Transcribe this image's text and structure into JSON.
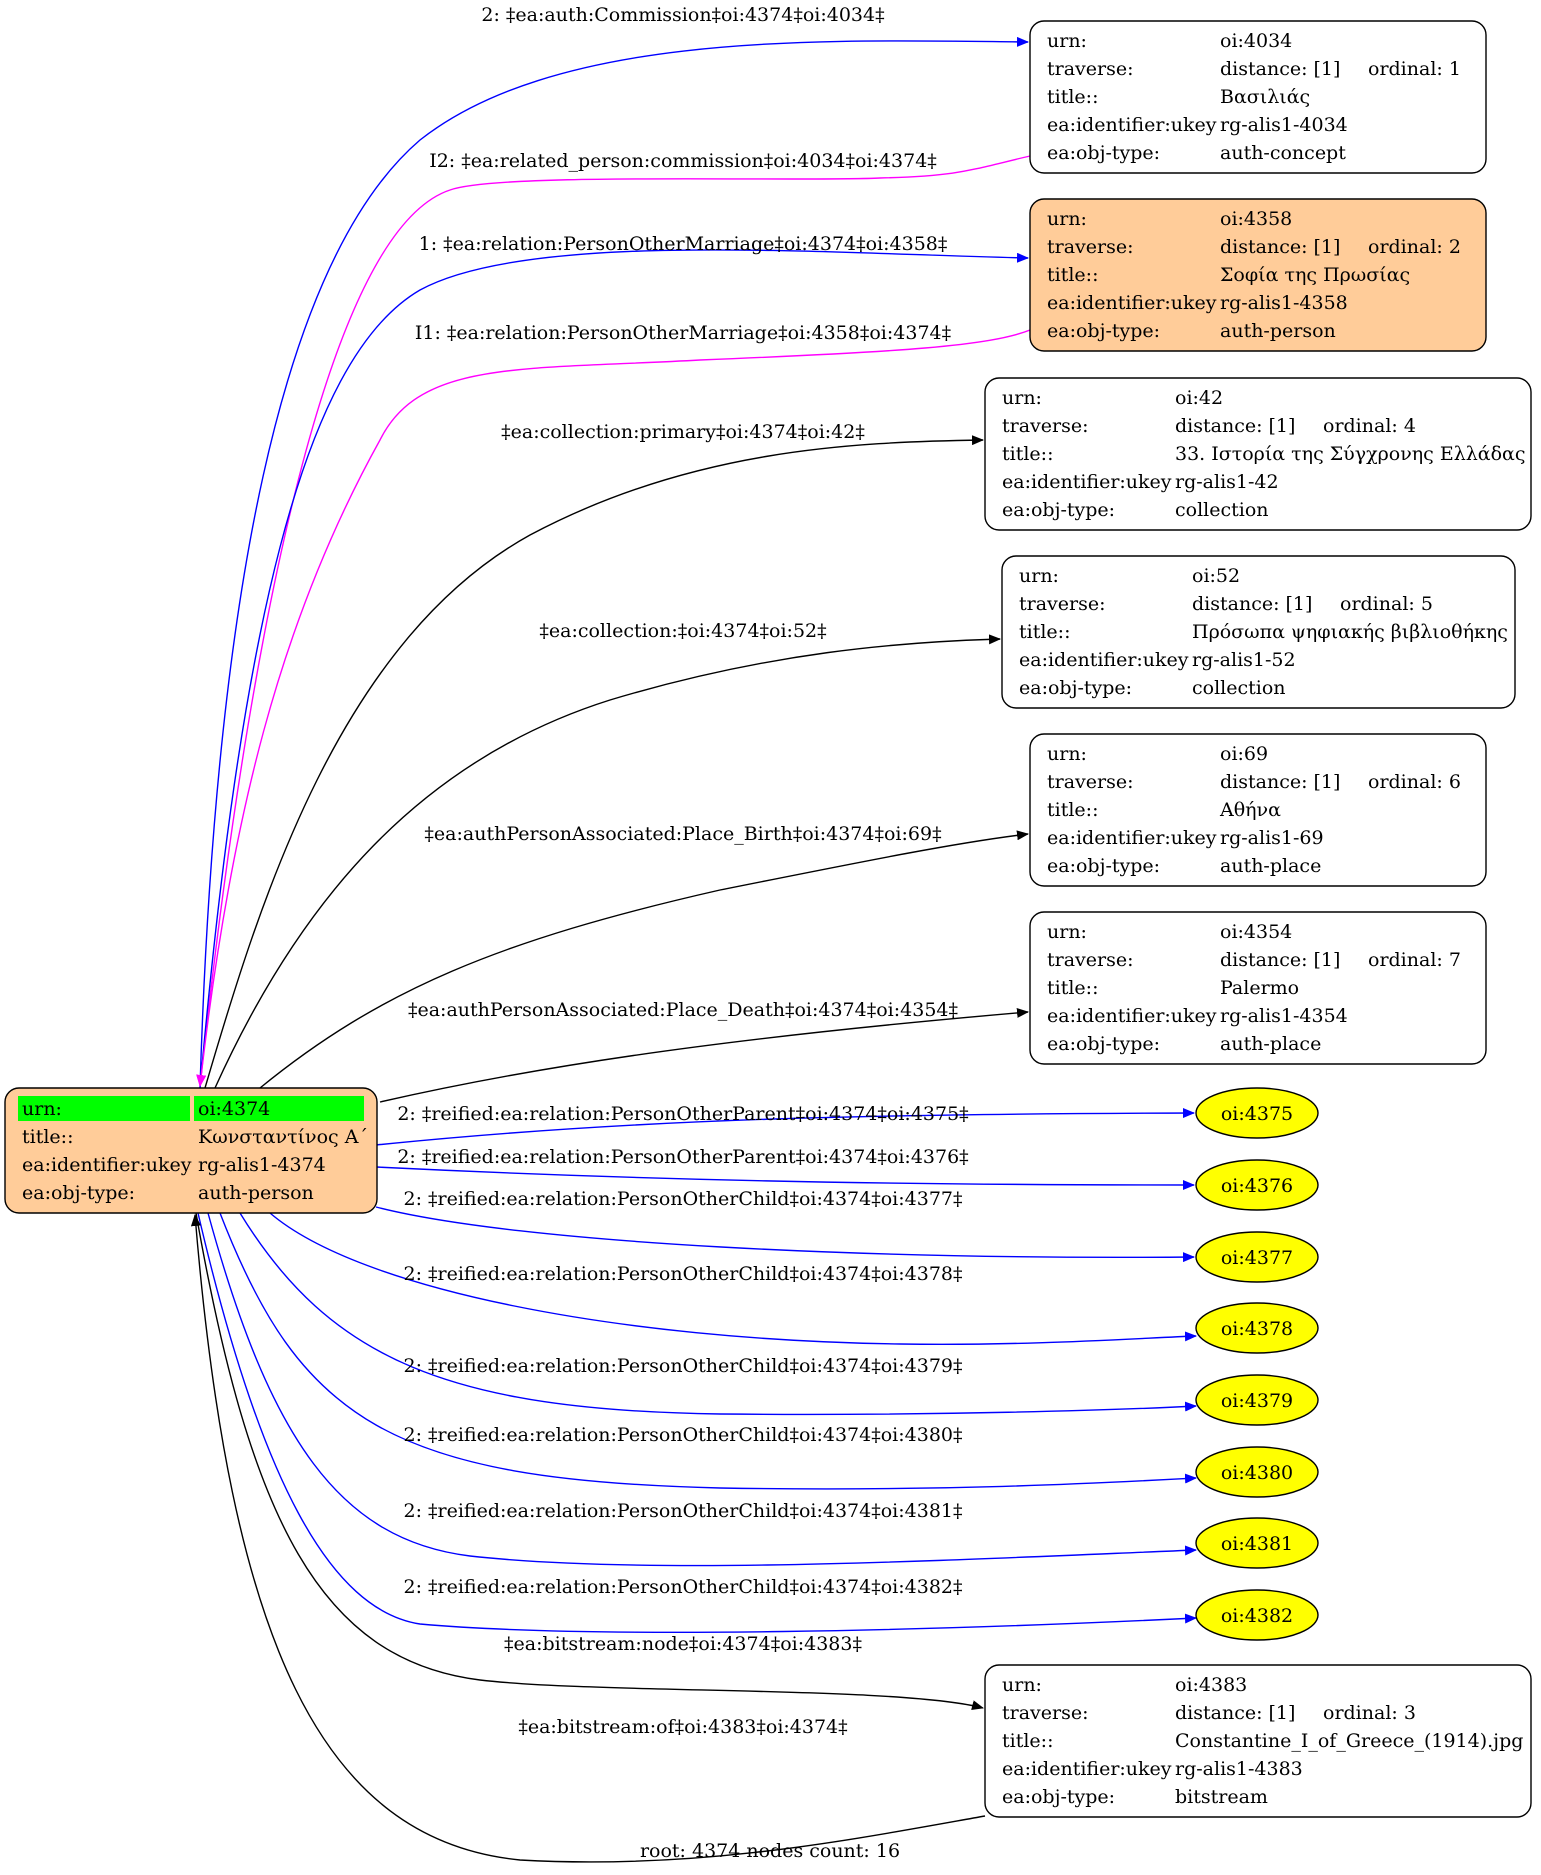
{
  "colors": {
    "root_fill": "#ffcc99",
    "root_highlight": "#00ff00",
    "highlight_fill": "#ffcc99",
    "leaf_fill": "#ffff00",
    "edge_blue": "#0000ff",
    "edge_magenta": "#ff00ff",
    "edge_black": "#000000"
  },
  "root": {
    "rows": [
      {
        "key": "urn:",
        "value": "oi:4374"
      },
      {
        "key": "title::",
        "value": "Κωνσταντίνος Α΄"
      },
      {
        "key": "ea:identifier:ukey",
        "value": "rg-alis1-4374"
      },
      {
        "key": "ea:obj-type:",
        "value": "auth-person"
      }
    ]
  },
  "records": [
    {
      "id": "oi:4034",
      "highlight": false,
      "urn": "oi:4034",
      "distance": "distance: [1]",
      "ordinal": "ordinal: 1",
      "title": "Βασιλιάς",
      "ukey": "rg-alis1-4034",
      "obj_type": "auth-concept"
    },
    {
      "id": "oi:4358",
      "highlight": true,
      "urn": "oi:4358",
      "distance": "distance: [1]",
      "ordinal": "ordinal: 2",
      "title": "Σοφία της Πρωσίας",
      "ukey": "rg-alis1-4358",
      "obj_type": "auth-person"
    },
    {
      "id": "oi:42",
      "highlight": false,
      "urn": "oi:42",
      "distance": "distance: [1]",
      "ordinal": "ordinal: 4",
      "title": "33. Ιστορία της Σύγχρονης Ελλάδας",
      "ukey": "rg-alis1-42",
      "obj_type": "collection"
    },
    {
      "id": "oi:52",
      "highlight": false,
      "urn": "oi:52",
      "distance": "distance: [1]",
      "ordinal": "ordinal: 5",
      "title": "Πρόσωπα ψηφιακής βιβλιοθήκης",
      "ukey": "rg-alis1-52",
      "obj_type": "collection"
    },
    {
      "id": "oi:69",
      "highlight": false,
      "urn": "oi:69",
      "distance": "distance: [1]",
      "ordinal": "ordinal: 6",
      "title": "Αθήνα",
      "ukey": "rg-alis1-69",
      "obj_type": "auth-place"
    },
    {
      "id": "oi:4354",
      "highlight": false,
      "urn": "oi:4354",
      "distance": "distance: [1]",
      "ordinal": "ordinal: 7",
      "title": "Palermo",
      "ukey": "rg-alis1-4354",
      "obj_type": "auth-place"
    },
    {
      "id": "oi:4383",
      "highlight": false,
      "urn": "oi:4383",
      "distance": "distance: [1]",
      "ordinal": "ordinal: 3",
      "title": "Constantine_I_of_Greece_(1914).jpg",
      "ukey": "rg-alis1-4383",
      "obj_type": "bitstream"
    }
  ],
  "record_keys": {
    "urn": "urn:",
    "traverse": "traverse:",
    "title": "title::",
    "ukey": "ea:identifier:ukey",
    "obj_type": "ea:obj-type:"
  },
  "leaves": [
    "oi:4375",
    "oi:4376",
    "oi:4377",
    "oi:4378",
    "oi:4379",
    "oi:4380",
    "oi:4381",
    "oi:4382"
  ],
  "edges": [
    {
      "to": "oi:4034",
      "color": "blue",
      "label": "2: ‡ea:auth:Commission‡oi:4374‡oi:4034‡"
    },
    {
      "from": "oi:4034",
      "color": "magenta",
      "label": "I2: ‡ea:related_person:commission‡oi:4034‡oi:4374‡"
    },
    {
      "to": "oi:4358",
      "color": "blue",
      "label": "1: ‡ea:relation:PersonOtherMarriage‡oi:4374‡oi:4358‡"
    },
    {
      "from": "oi:4358",
      "color": "magenta",
      "label": "I1: ‡ea:relation:PersonOtherMarriage‡oi:4358‡oi:4374‡"
    },
    {
      "to": "oi:42",
      "color": "black",
      "label": "‡ea:collection:primary‡oi:4374‡oi:42‡"
    },
    {
      "to": "oi:52",
      "color": "black",
      "label": "‡ea:collection:‡oi:4374‡oi:52‡"
    },
    {
      "to": "oi:69",
      "color": "black",
      "label": "‡ea:authPersonAssociated:Place_Birth‡oi:4374‡oi:69‡"
    },
    {
      "to": "oi:4354",
      "color": "black",
      "label": "‡ea:authPersonAssociated:Place_Death‡oi:4374‡oi:4354‡"
    },
    {
      "to": "oi:4375",
      "color": "blue",
      "label": "2: ‡reified:ea:relation:PersonOtherParent‡oi:4374‡oi:4375‡"
    },
    {
      "to": "oi:4376",
      "color": "blue",
      "label": "2: ‡reified:ea:relation:PersonOtherParent‡oi:4374‡oi:4376‡"
    },
    {
      "to": "oi:4377",
      "color": "blue",
      "label": "2: ‡reified:ea:relation:PersonOtherChild‡oi:4374‡oi:4377‡"
    },
    {
      "to": "oi:4378",
      "color": "blue",
      "label": "2: ‡reified:ea:relation:PersonOtherChild‡oi:4374‡oi:4378‡"
    },
    {
      "to": "oi:4379",
      "color": "blue",
      "label": "2: ‡reified:ea:relation:PersonOtherChild‡oi:4374‡oi:4379‡"
    },
    {
      "to": "oi:4380",
      "color": "blue",
      "label": "2: ‡reified:ea:relation:PersonOtherChild‡oi:4374‡oi:4380‡"
    },
    {
      "to": "oi:4381",
      "color": "blue",
      "label": "2: ‡reified:ea:relation:PersonOtherChild‡oi:4374‡oi:4381‡"
    },
    {
      "to": "oi:4382",
      "color": "blue",
      "label": "2: ‡reified:ea:relation:PersonOtherChild‡oi:4374‡oi:4382‡"
    },
    {
      "to": "oi:4383",
      "color": "black",
      "label": "‡ea:bitstream:node‡oi:4374‡oi:4383‡"
    },
    {
      "from": "oi:4383",
      "color": "black",
      "label": "‡ea:bitstream:of‡oi:4383‡oi:4374‡"
    }
  ],
  "footer": "root: 4374 nodes count: 16"
}
